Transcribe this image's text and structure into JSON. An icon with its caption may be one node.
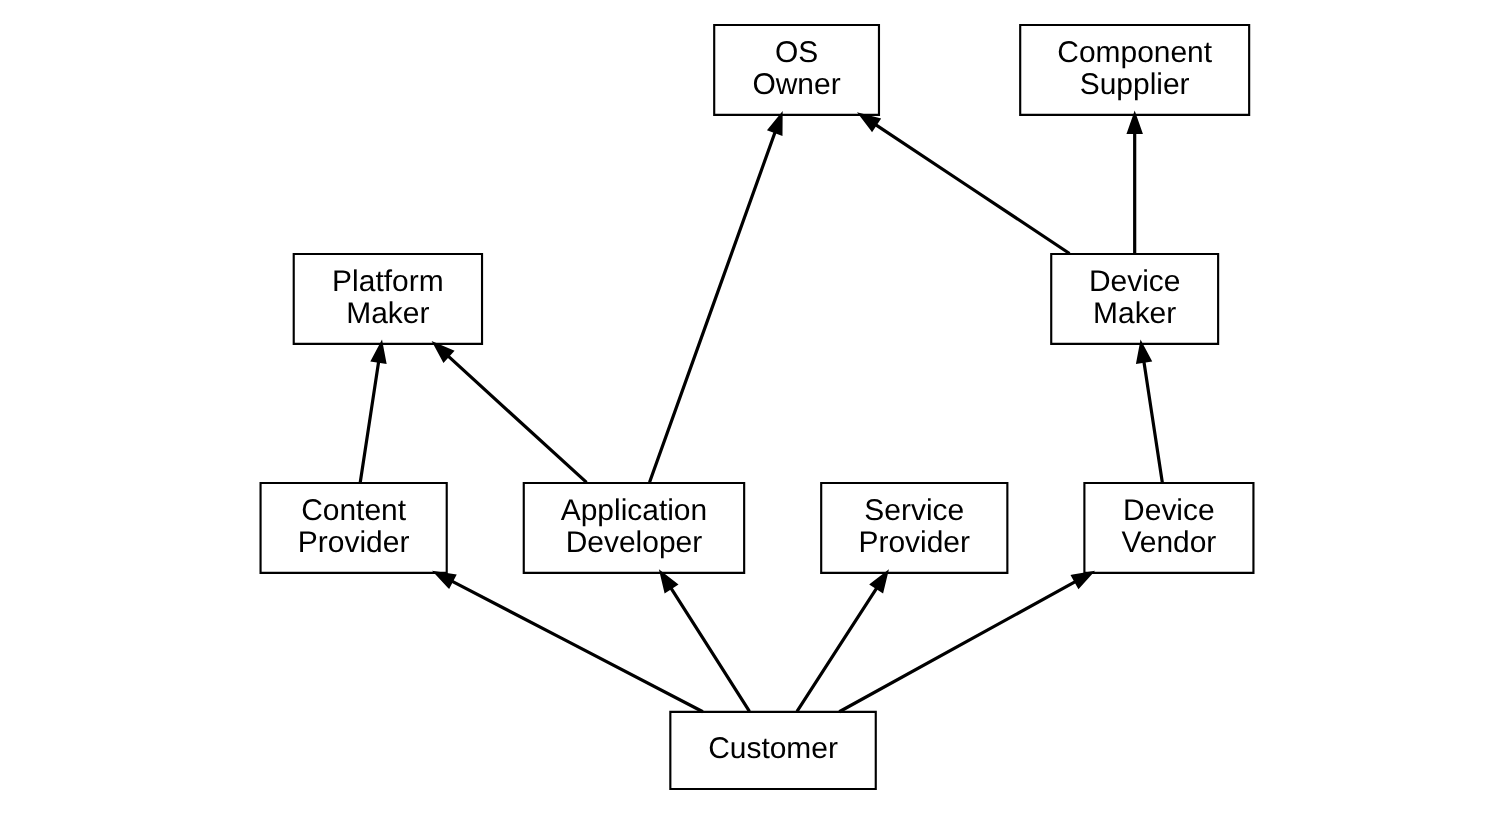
{
  "diagram": {
    "nodes": [
      {
        "text": [
          "Platform Maker"
        ]
      },
      {
        "text": [
          "OS Owner"
        ]
      },
      {
        "text": [
          "Component Supplier"
        ]
      },
      {
        "text": [
          "Content Provider"
        ]
      },
      {
        "text": [
          "Application Developer"
        ]
      },
      {
        "text": [
          "Service Provider"
        ]
      },
      {
        "text": [
          "Device Maker"
        ]
      },
      {
        "text": [
          "Device Vendor"
        ]
      },
      {
        "text": [
          "Customer"
        ]
      }
    ],
    "edges": [
      {
        "from": 3,
        "to": 0,
        "arrow": "to"
      },
      {
        "from": 4,
        "to": 0,
        "arrow": "to"
      },
      {
        "from": 4,
        "to": 1,
        "arrow": "to"
      },
      {
        "from": 6,
        "to": 1,
        "arrow": "to"
      },
      {
        "from": 6,
        "to": 2,
        "arrow": "to"
      },
      {
        "from": 8,
        "to": 3,
        "arrow": "to"
      },
      {
        "from": 8,
        "to": 4,
        "arrow": "to"
      },
      {
        "from": 8,
        "to": 5,
        "arrow": "to"
      },
      {
        "from": 8,
        "to": 7,
        "arrow": "to"
      },
      {
        "from": 7,
        "to": 6,
        "arrow": "to"
      }
    ]
  }
}
